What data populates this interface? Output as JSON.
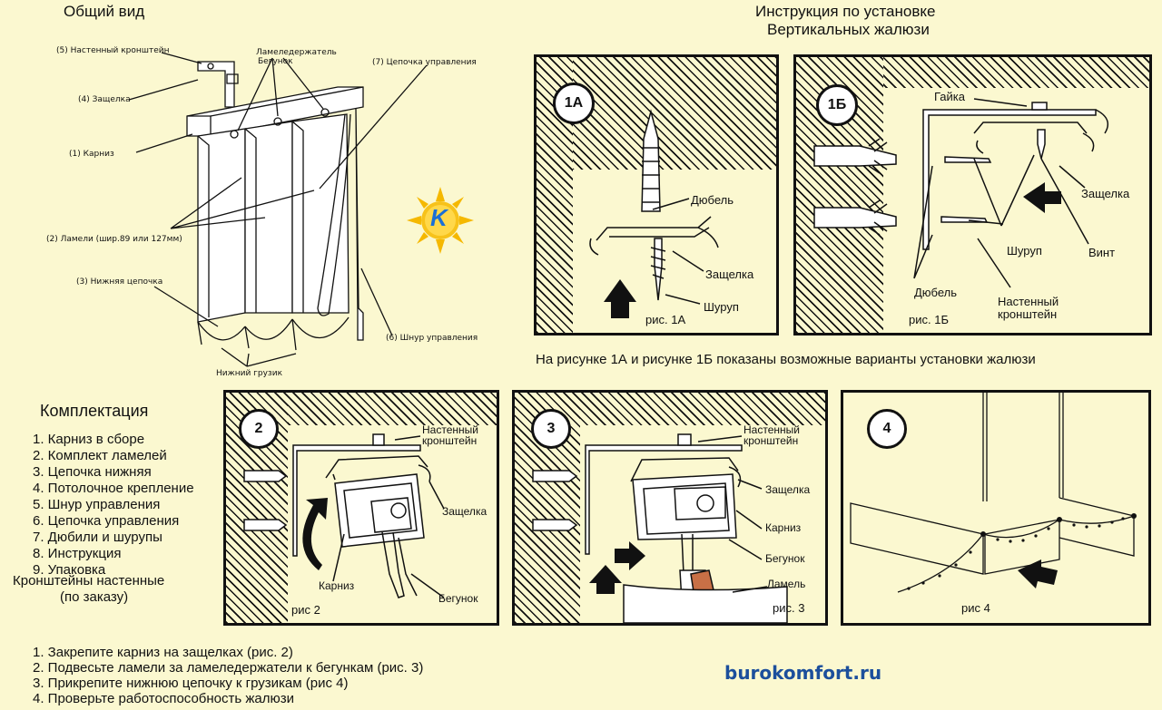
{
  "header": {
    "overview_title": "Общий вид",
    "instruction_title_1": "Инструкция по установке",
    "instruction_title_2": "Вертикальных жалюзи"
  },
  "overview_labels": {
    "wall_bracket": "(5) Настенный кронштейн",
    "latch": "(4) Защелка",
    "slat_holder": "Ламеледержатель",
    "runner": "Бегунок",
    "control_chain": "(7) Цепочка управления",
    "cornice": "(1) Карниз",
    "slats": "(2) Ламели (шир.89 или 127мм)",
    "bottom_chain": "(3) Нижняя цепочка",
    "control_cord": "(6) Шнур управления",
    "bottom_weight": "Нижний грузик"
  },
  "logo": {
    "letter": "K",
    "color": "#1a6fd6",
    "sun_color": "#f5b800"
  },
  "kit": {
    "title": "Комплектация",
    "items": [
      "1. Карниз в сборе",
      "2. Комплект ламелей",
      "3. Цепочка нижняя",
      "4. Потолочное крепление",
      "5. Шнур управления",
      "6. Цепочка управления",
      "7. Дюбили и шурупы",
      "8. Инструкция",
      "9. Упаковка"
    ],
    "extra_1": "Кронштейны настенные",
    "extra_2": "(по заказу)"
  },
  "panel_1a": {
    "badge": "1А",
    "dowel": "Дюбель",
    "latch": "Защелка",
    "screw": "Шуруп",
    "caption": "рис. 1А"
  },
  "panel_1b": {
    "badge": "1Б",
    "nut": "Гайка",
    "latch": "Защелка",
    "screw": "Шуруп",
    "bolt": "Винт",
    "dowel": "Дюбель",
    "bracket_1": "Настенный",
    "bracket_2": "кронштейн",
    "caption": "рис. 1Б"
  },
  "note": "На рисунке 1А и рисунке 1Б показаны возможные варианты установки жалюзи",
  "panel_2": {
    "badge": "2",
    "bracket_1": "Настенный",
    "bracket_2": "кронштейн",
    "latch": "Защелка",
    "cornice": "Карниз",
    "runner": "Бегунок",
    "caption": "рис 2"
  },
  "panel_3": {
    "badge": "3",
    "bracket_1": "Настенный",
    "bracket_2": "кронштейн",
    "latch": "Защелка",
    "cornice": "Карниз",
    "runner": "Бегунок",
    "slat": "Ламель",
    "caption": "рис. 3"
  },
  "panel_4": {
    "badge": "4",
    "caption": "рис 4"
  },
  "steps": [
    "1. Закрепите карниз на защелках (рис. 2)",
    "2. Подвесьте ламели за ламеледержатели к бегункам (рис. 3)",
    "3. Прикрепите нижнюю цепочку к грузикам (рис 4)",
    "4. Проверьте работоспособность жалюзи"
  ],
  "website": "burokomfort.ru"
}
